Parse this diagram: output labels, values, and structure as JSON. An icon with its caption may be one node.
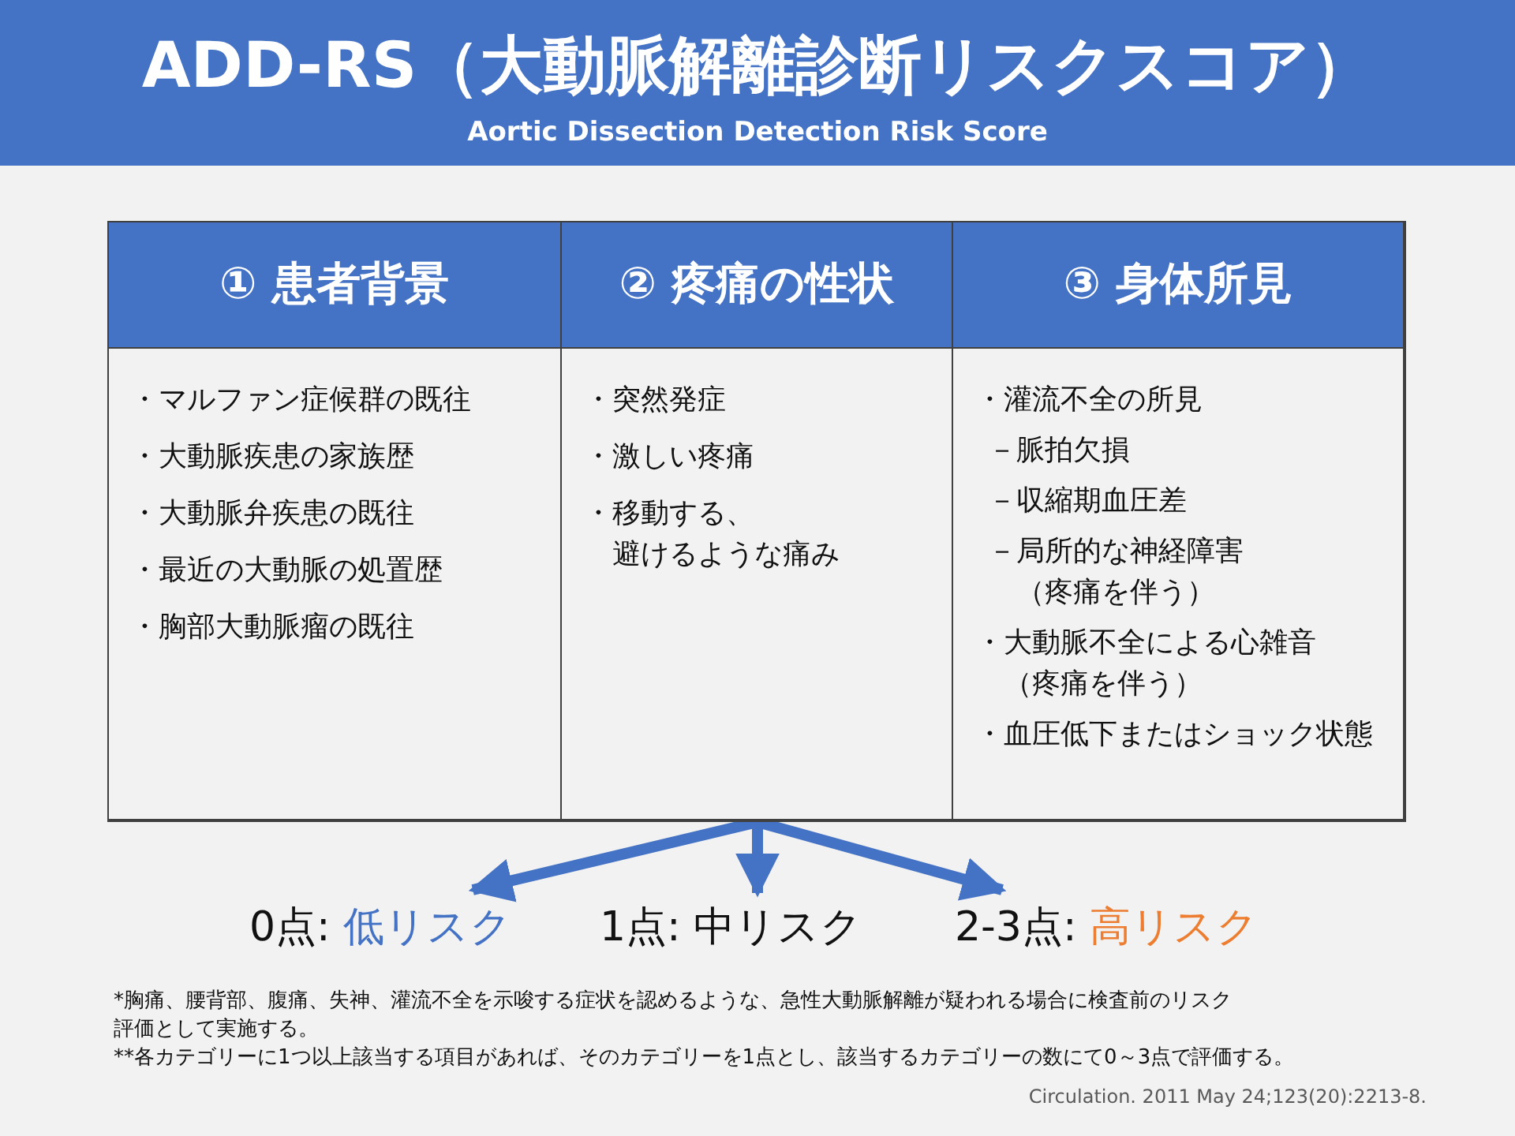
{
  "diagram": {
    "title": "ADD-RS（大動脈解離診断リスクスコア）",
    "nodes": [
      {
        "text": [],
        "shape": "box"
      },
      {
        "text": [
          "① 患者背景",
          "・マルファン症候群の既往",
          "・大動脈疾患の家族歴",
          "・大動脈弁疾患の既往",
          "・最近の大動脈の処置歴",
          "・胸部大動脈瘤の既往"
        ],
        "in": 0
      },
      {
        "text": [
          "② 疼痛の性状",
          "・突然発症",
          "・激しい疼痛",
          "・移動する、避けるような痛み"
        ],
        "in": 0
      },
      {
        "text": [
          "③ 身体所見",
          "・灌流不全の所見",
          "－脈拍欠損",
          "－収縮期血圧差",
          "－局所的な神経障害（疼痛を伴う）",
          "・大動脈不全による心雑音（疼痛を伴う）",
          "・血圧低下またはショック状態"
        ],
        "in": 0
      },
      {
        "text": [
          "0点:",
          "低リスク"
        ]
      },
      {
        "text": [
          "1点:",
          "中リスク"
        ]
      },
      {
        "text": [
          "2-3点:",
          "高リスク"
        ]
      }
    ],
    "edges": [
      {
        "from": 0,
        "to": 4,
        "arrow": "to"
      },
      {
        "from": 0,
        "to": 5,
        "arrow": "to"
      },
      {
        "from": 0,
        "to": 6,
        "arrow": "to"
      }
    ],
    "labels": [
      "Aortic Dissection Detection Risk Score",
      "*胸痛、腰背部、腹痛、失神、灌流不全を示唆する症状を認めるような、急性大動脈解離が疑われる場合に検査前のリスク評価として実施する。",
      "**各カテゴリーに1つ以上該当する項目があれば、そのカテゴリーを1点とし、該当するカテゴリーの数にて0～3点で評価する。",
      "Circulation. 2011 May 24;123(20):2213-8."
    ]
  }
}
